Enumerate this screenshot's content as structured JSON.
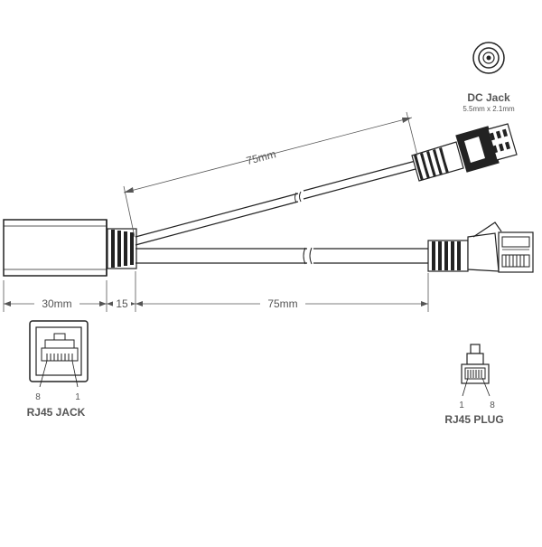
{
  "dc_jack": {
    "title": "DC Jack",
    "spec": "5.5mm x 2.1mm"
  },
  "dimensions": {
    "dc_cable_length": "75mm",
    "jack_body_length": "30mm",
    "split_offset": "15",
    "rj45_cable_length": "75mm"
  },
  "rj45_jack": {
    "label": "RJ45 JACK",
    "pin_left": "8",
    "pin_right": "1"
  },
  "rj45_plug": {
    "label": "RJ45 PLUG",
    "pin_left": "1",
    "pin_right": "8"
  },
  "colors": {
    "line": "#222222",
    "dim_line": "#555555",
    "text": "#555555"
  }
}
